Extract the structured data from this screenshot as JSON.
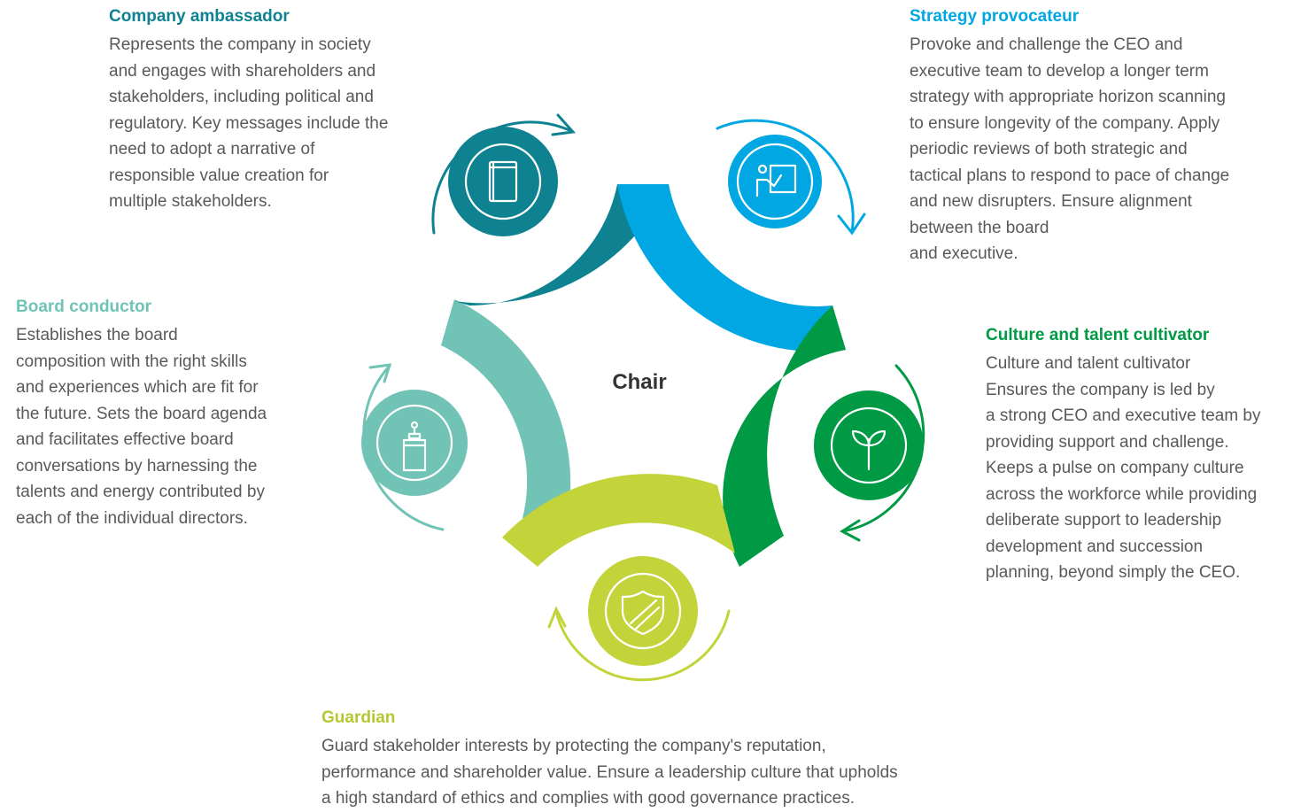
{
  "center": {
    "label": "Chair"
  },
  "colors": {
    "ambassador": "#0e8290",
    "provocateur": "#00a7e2",
    "conductor": "#70c3b5",
    "cultivator": "#009a44",
    "guardian": "#c2d43a"
  },
  "roles": [
    {
      "key": "ambassador",
      "title": "Company ambassador",
      "text": "Represents the company in society\nand engages with shareholders and\nstakeholders, including political and\nregulatory. Key messages include the\nneed to adopt a narrative of\nresponsible value creation for\nmultiple stakeholders.",
      "icon": "book-icon"
    },
    {
      "key": "provocateur",
      "title": "Strategy provocateur",
      "text": "Provoke and challenge the CEO and\nexecutive team to develop a longer term\nstrategy with appropriate horizon scanning\nto ensure longevity of the company. Apply\nperiodic reviews of both strategic and\ntactical plans to respond to pace of change\nand new disrupters. Ensure alignment\nbetween the board\nand executive.",
      "icon": "presenter-board-icon"
    },
    {
      "key": "conductor",
      "title": "Board conductor",
      "text": "Establishes the board\ncomposition with the right skills\nand experiences which are fit for\nthe future. Sets the board agenda\nand facilitates effective board\nconversations by harnessing the\ntalents and energy contributed by\neach of the individual directors.",
      "icon": "podium-microphone-icon"
    },
    {
      "key": "cultivator",
      "title": "Culture and talent cultivator",
      "text": "Culture and talent cultivator\nEnsures the company is led by\na strong CEO and executive team by\nproviding support and challenge.\nKeeps a pulse on company culture\nacross the workforce while providing\ndeliberate support to leadership\ndevelopment and succession\nplanning, beyond simply the CEO.",
      "icon": "sprout-icon"
    },
    {
      "key": "guardian",
      "title": "Guardian",
      "text": "Guard stakeholder interests by protecting the company's reputation,\nperformance and shareholder value. Ensure a leadership culture that upholds\na high standard of ethics and complies with good governance practices.",
      "icon": "shield-icon"
    }
  ]
}
